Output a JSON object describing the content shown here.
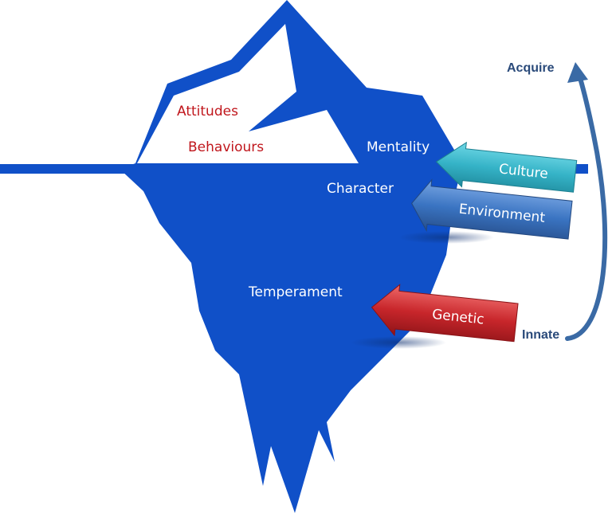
{
  "labels": {
    "attitudes": "Attitudes",
    "behaviours": "Behaviours",
    "mentality": "Mentality",
    "character": "Character",
    "temperament": "Temperament",
    "acquire": "Acquire",
    "innate": "Innate"
  },
  "arrows": {
    "culture": "Culture",
    "environment": "Environment",
    "genetic": "Genetic"
  },
  "colors": {
    "iceberg": "#1050c8",
    "tip_text": "#c0161c",
    "water_text": "#ffffff",
    "side_text": "#2a4a7a",
    "culture": "#35b3c7",
    "environment": "#3a74c2",
    "genetic": "#c8262b",
    "curve": "#3a6aa5"
  }
}
